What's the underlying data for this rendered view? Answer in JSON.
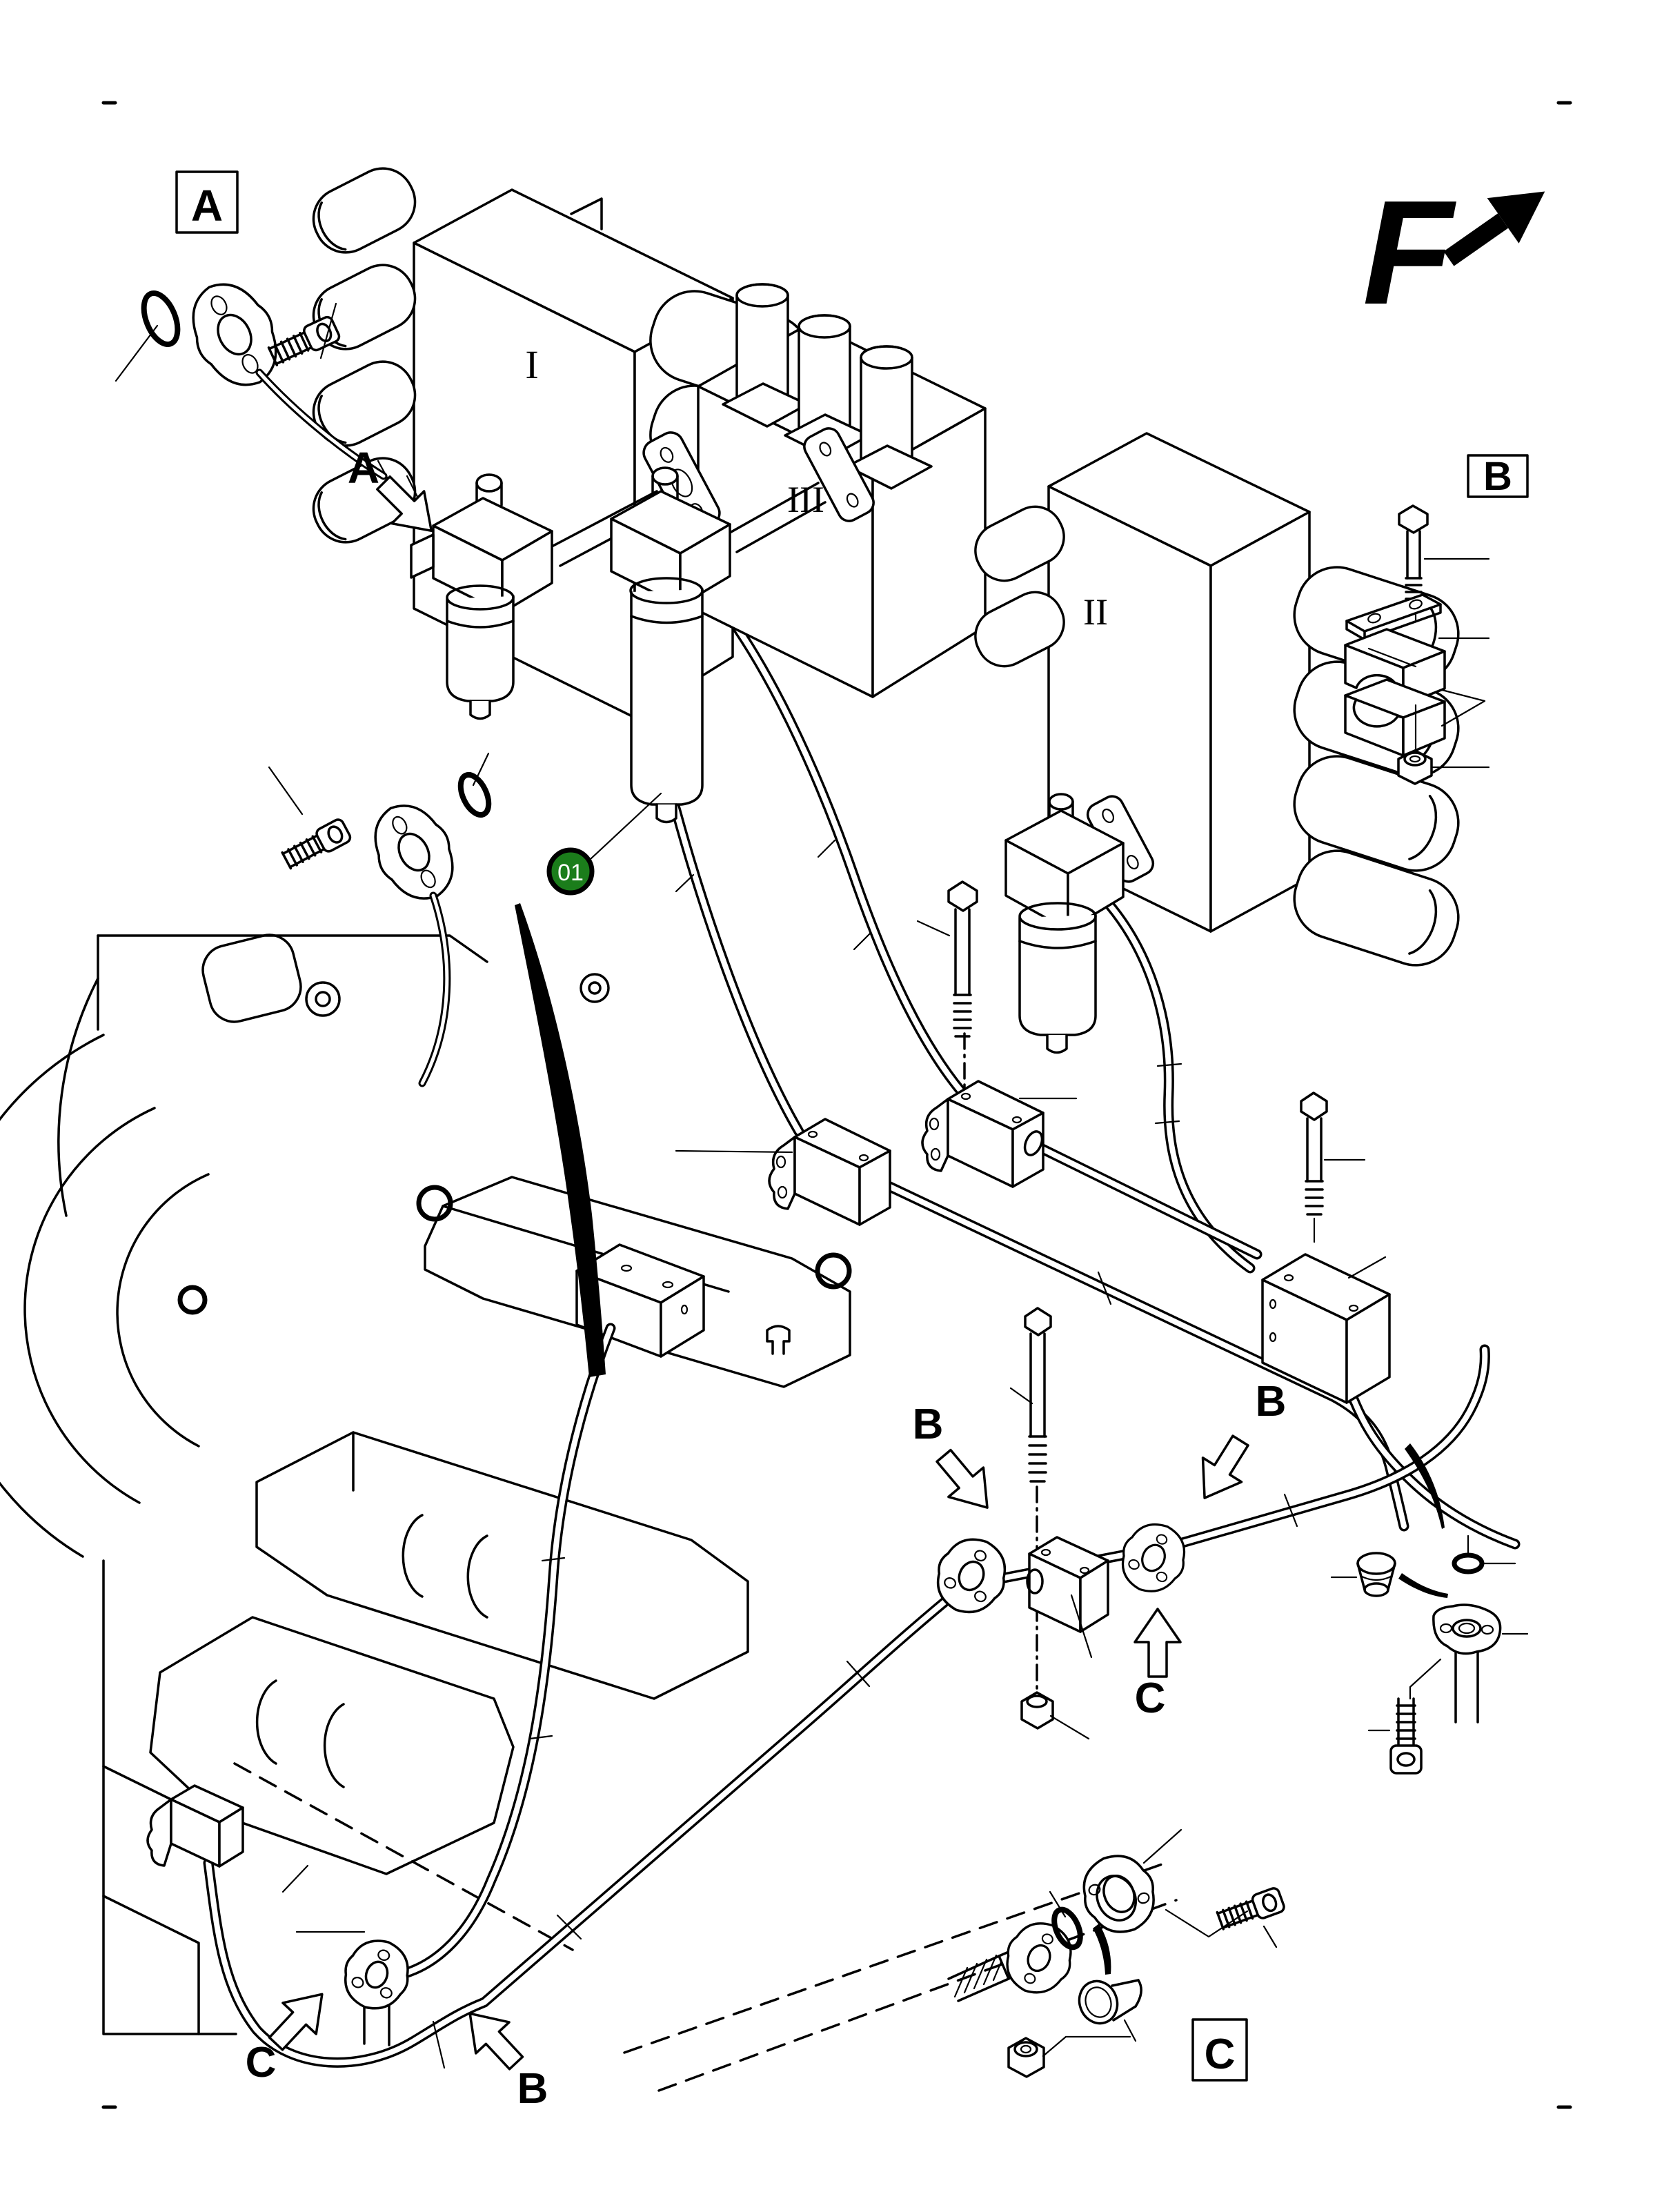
{
  "colors": {
    "ink": "#000000",
    "paper": "#ffffff",
    "balloon_fill": "#1b7d1b",
    "balloon_text": "#ffffff"
  },
  "direction_indicator": {
    "label": "F"
  },
  "detail_boxes": {
    "a": "A",
    "b": "B",
    "c": "C"
  },
  "callouts": {
    "a": "A",
    "b_mid_left": "B",
    "b_mid_right": "B",
    "b_bottom": "B",
    "c_mid": "C",
    "c_bottom": "C"
  },
  "valve_blocks": {
    "i": "I",
    "iii": "III",
    "ii": "II"
  },
  "balloon": {
    "id": "01"
  }
}
